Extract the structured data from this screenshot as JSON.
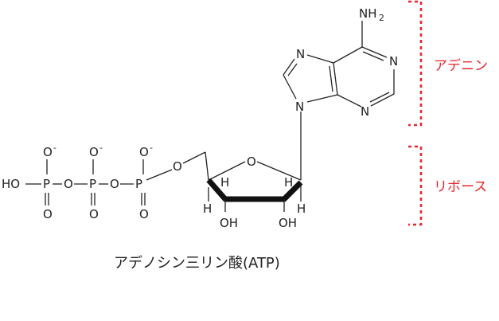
{
  "atoms": {
    "nh2": "NH",
    "nh2_sub": "2",
    "n_ring": "N",
    "o": "O",
    "o_minus": "O",
    "minus": "-",
    "p": "P",
    "h": "H",
    "ho": "HO",
    "oh": "OH"
  },
  "labels": {
    "adenine": "アデニン",
    "ribose": "リボース"
  },
  "caption": "アデノシン三リン酸(ATP)",
  "colors": {
    "label": "#e8262c",
    "bond": "#222222"
  }
}
